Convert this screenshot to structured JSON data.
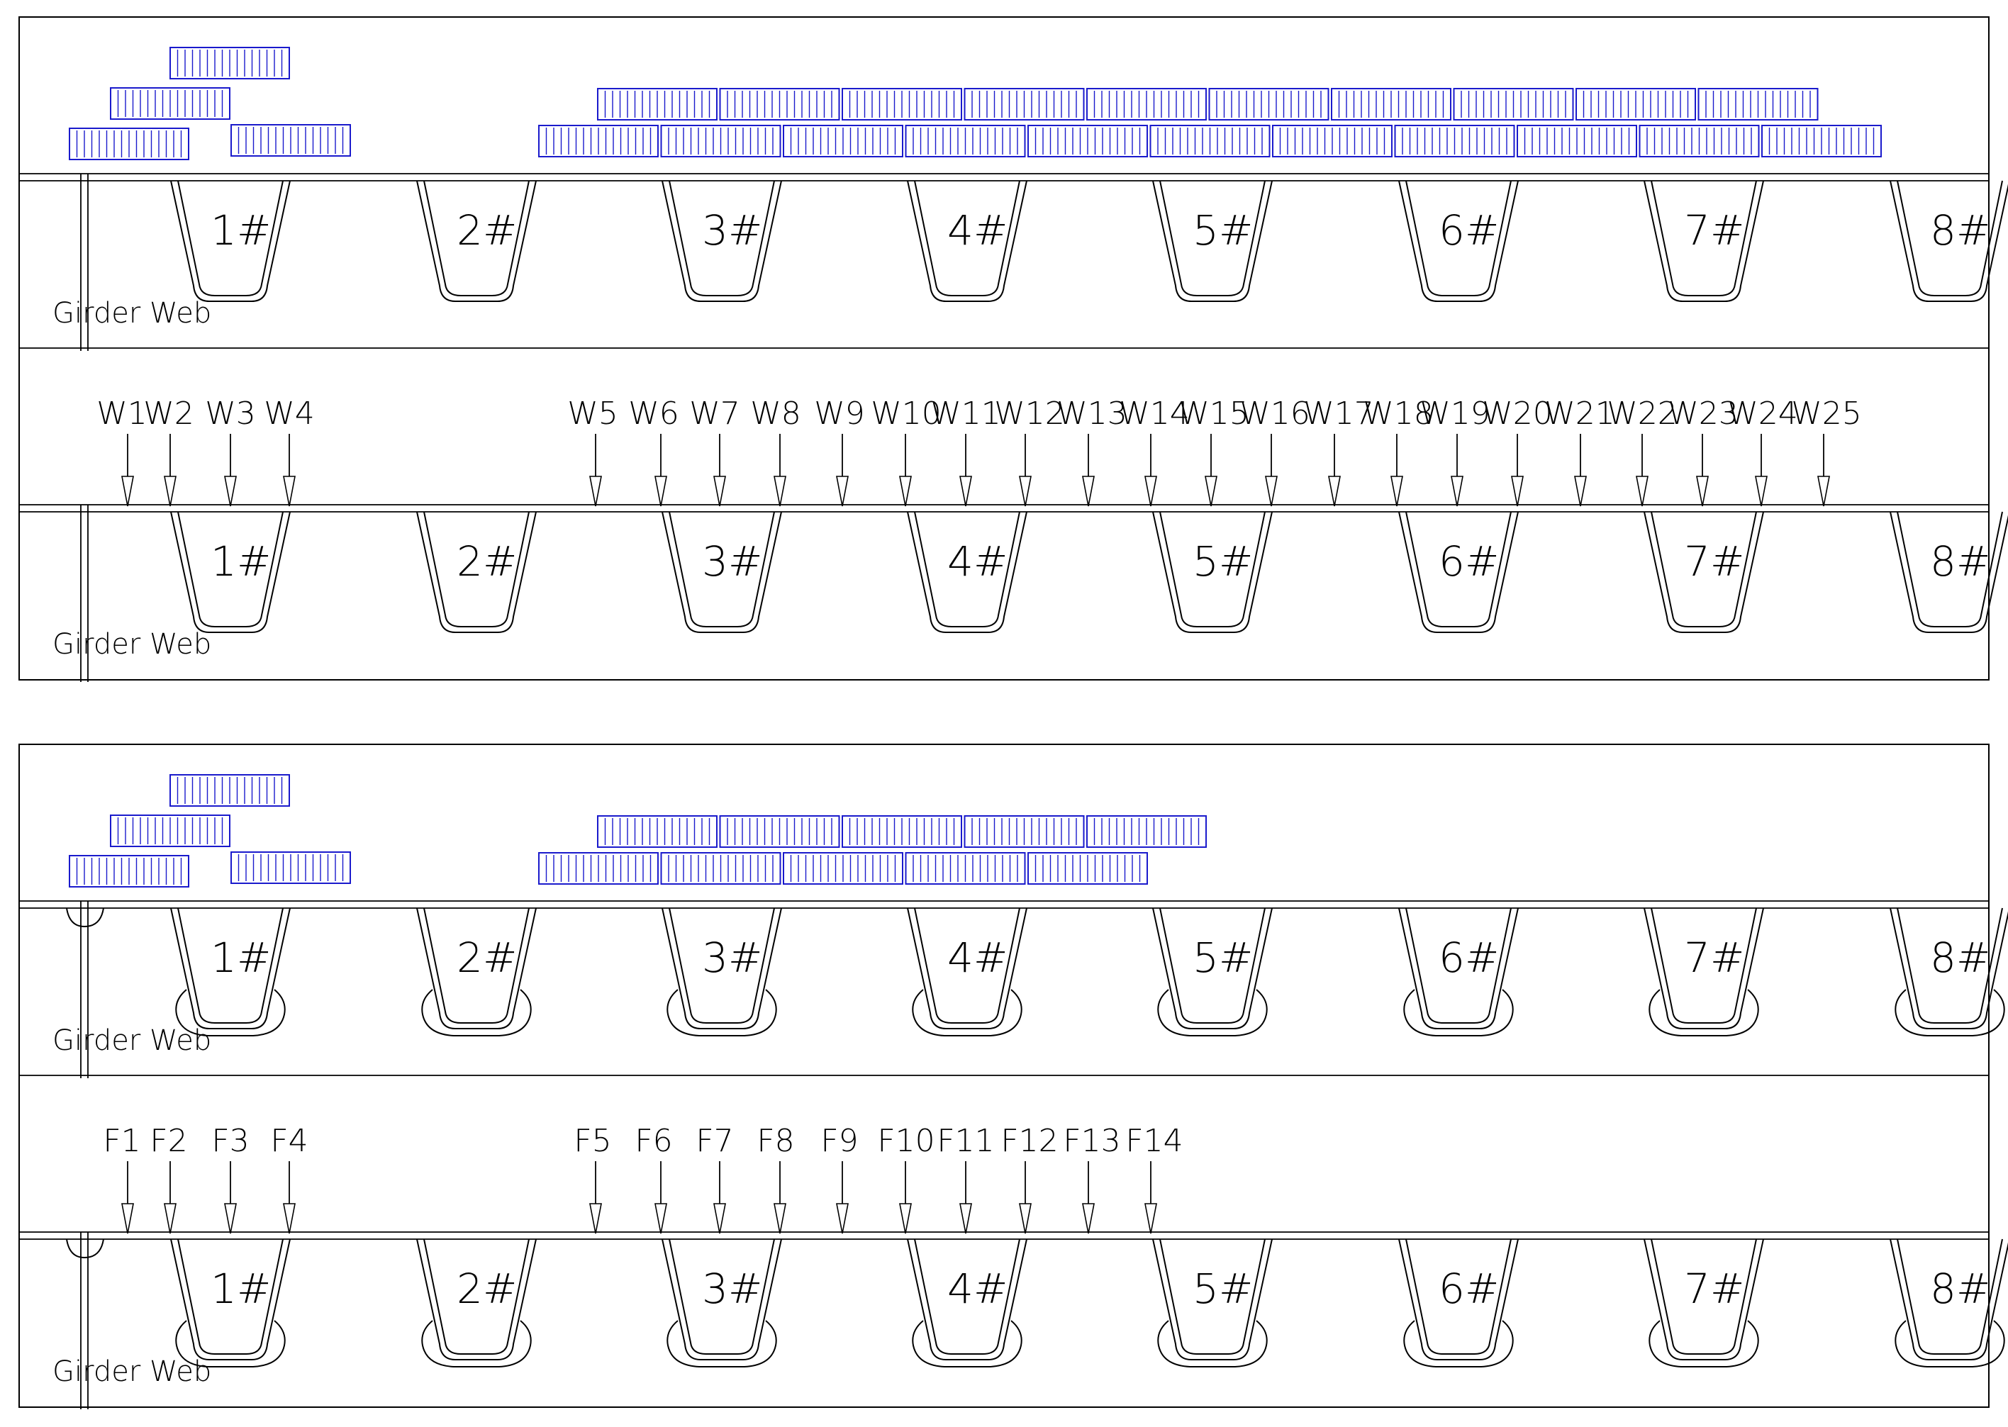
{
  "panels": [
    {
      "id": "top",
      "variant": "W",
      "girder_web_label": "Girder Web",
      "ribs": [
        "1#",
        "2#",
        "3#",
        "4#",
        "5#",
        "6#",
        "7#",
        "8#"
      ],
      "points": [
        "W1",
        "W2",
        "W3",
        "W4",
        "W5",
        "W6",
        "W7",
        "W8",
        "W9",
        "W10",
        "W11",
        "W12",
        "W13",
        "W14",
        "W15",
        "W16",
        "W17",
        "W18",
        "W19",
        "W20",
        "W21",
        "W22",
        "W23",
        "W24",
        "W25"
      ],
      "gauge_counts": {
        "right_upper": 10,
        "right_lower": 11
      }
    },
    {
      "id": "bottom",
      "variant": "F",
      "girder_web_label": "Girder Web",
      "ribs": [
        "1#",
        "2#",
        "3#",
        "4#",
        "5#",
        "6#",
        "7#",
        "8#"
      ],
      "points": [
        "F1",
        "F2",
        "F3",
        "F4",
        "F5",
        "F6",
        "F7",
        "F8",
        "F9",
        "F10",
        "F11",
        "F12",
        "F13",
        "F14"
      ],
      "gauge_counts": {
        "right_upper": 5,
        "right_lower": 5
      }
    }
  ],
  "colors": {
    "gauge": "#1a1acc",
    "lines": "#000000"
  }
}
